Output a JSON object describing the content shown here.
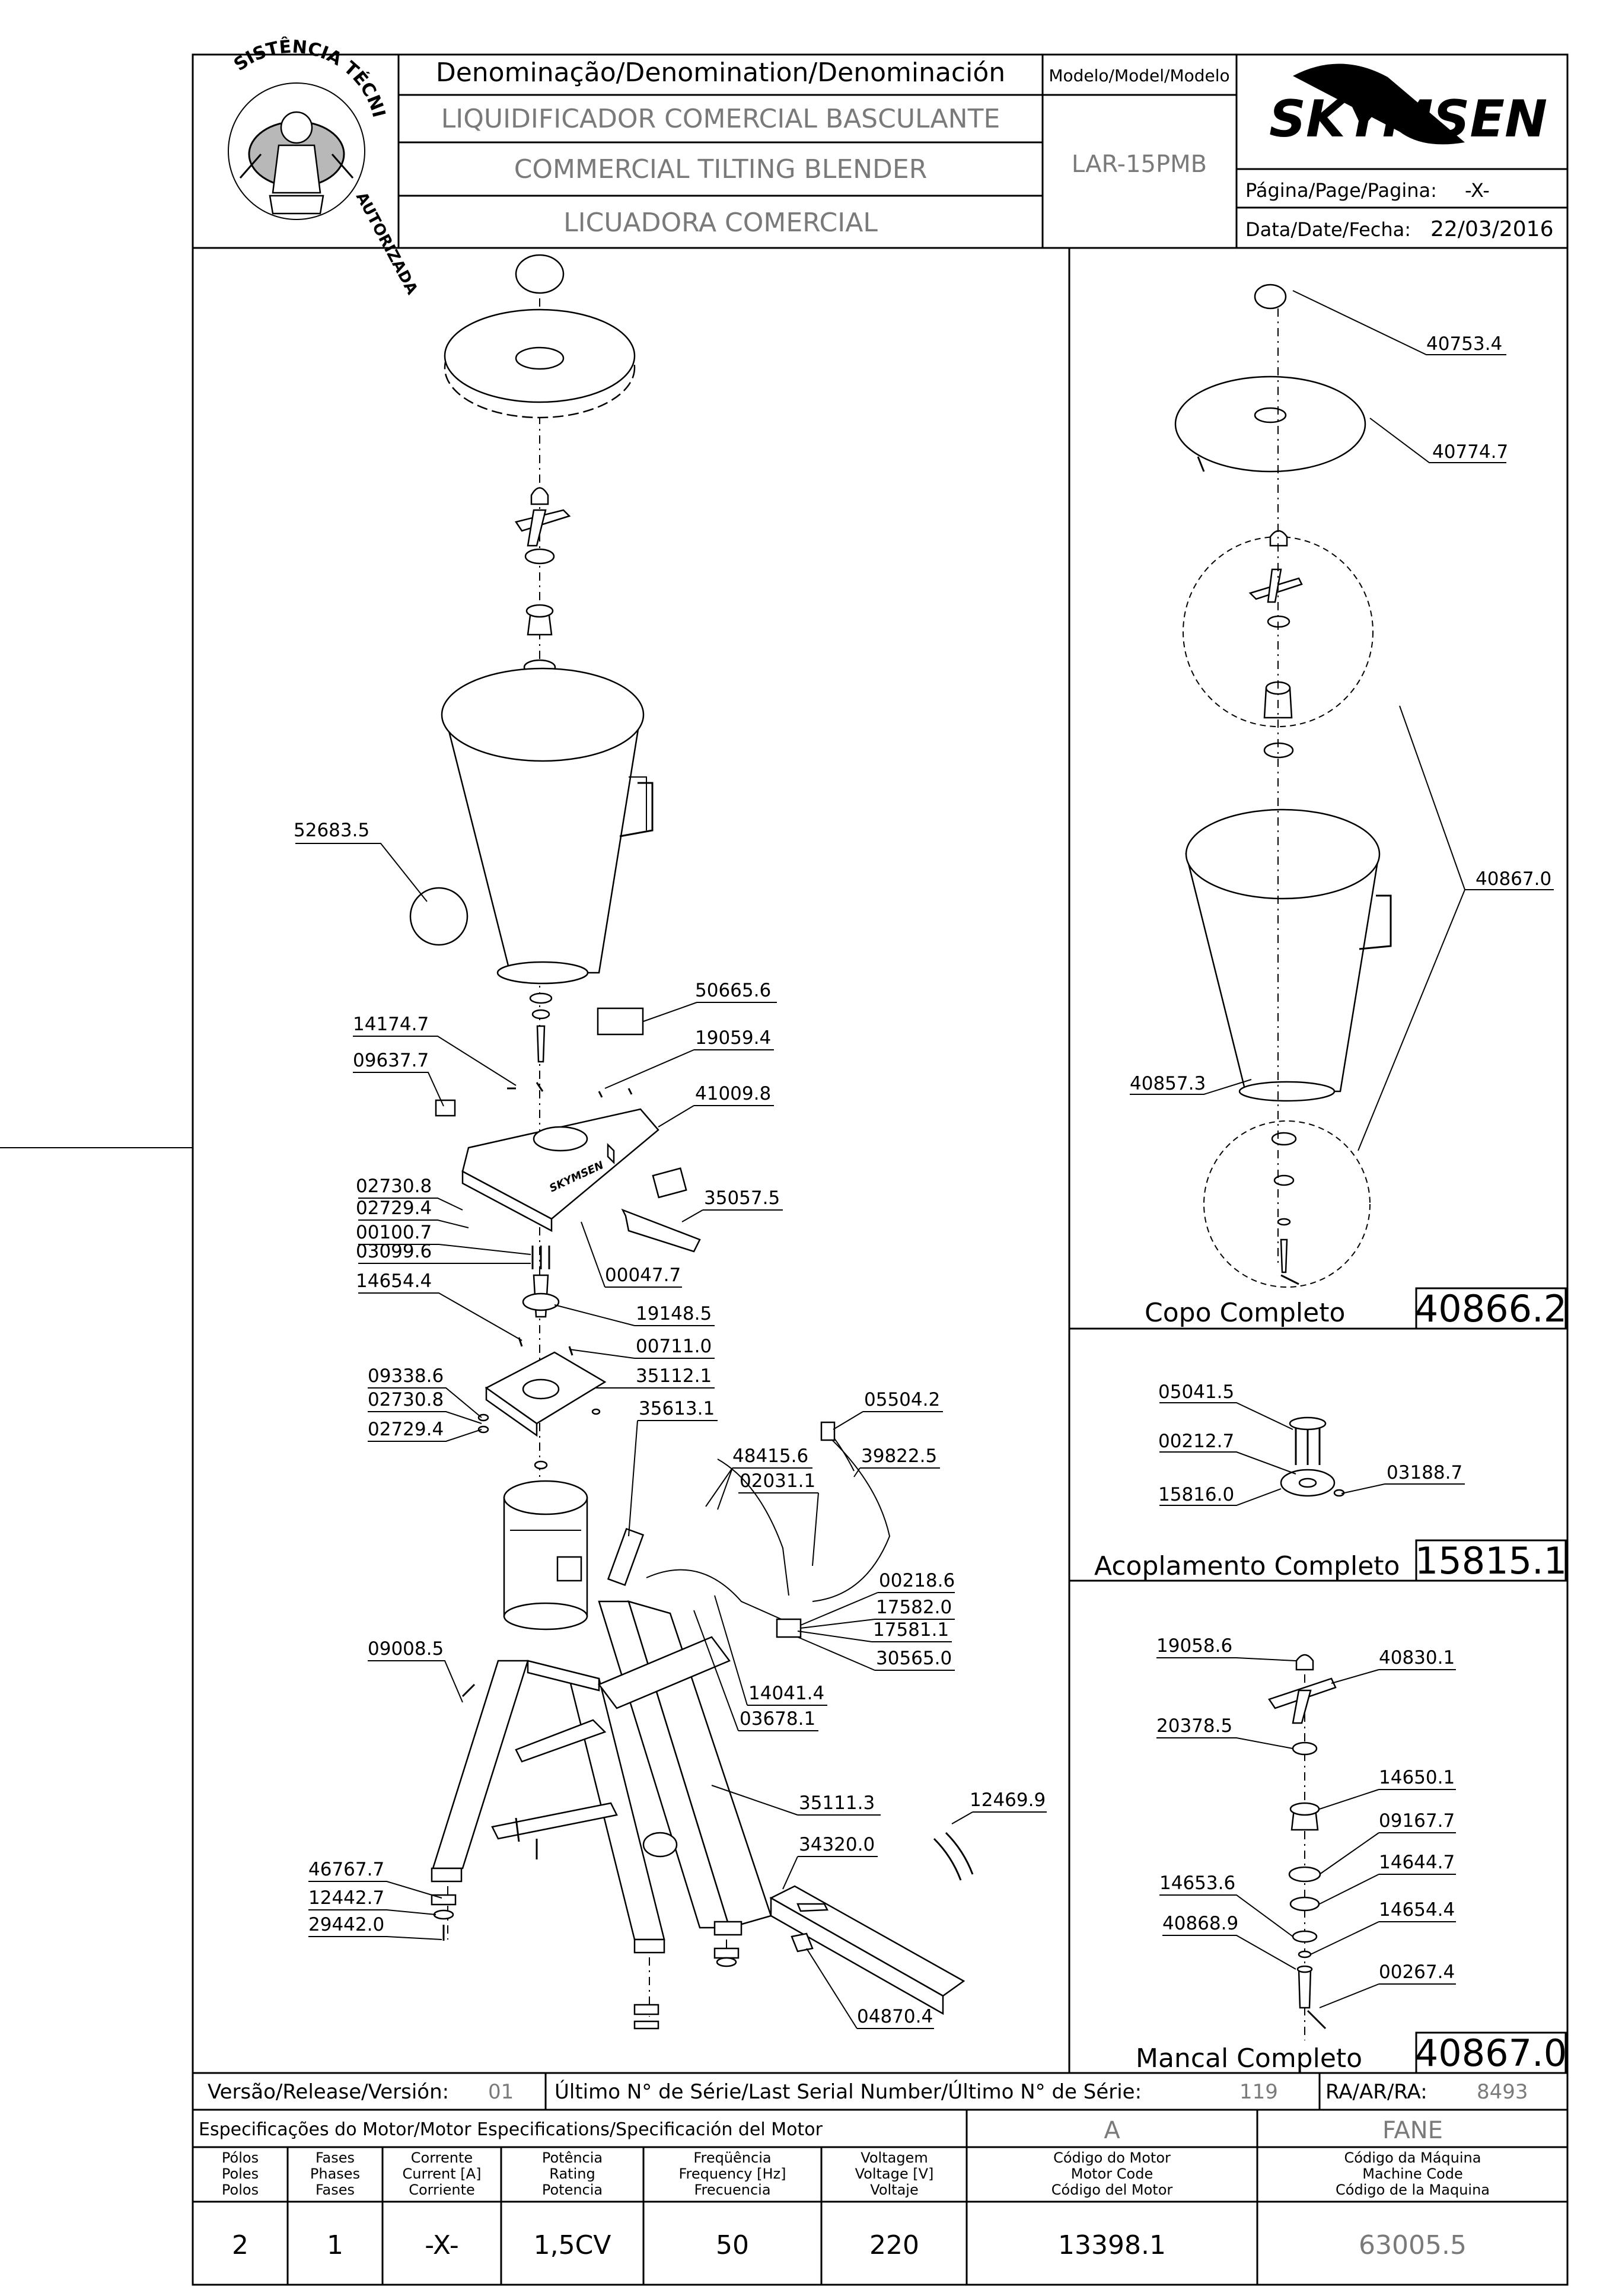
{
  "header": {
    "denomination_label": "Denominação/Denomination/Denominación",
    "name_pt": "LIQUIDIFICADOR COMERCIAL BASCULANTE",
    "name_en": "COMMERCIAL TILTING BLENDER",
    "name_es": "LICUADORA COMERCIAL",
    "model_label": "Modelo/Model/Modelo",
    "model": "LAR-15PMB",
    "brand": "SKYMSEN",
    "page_label": "Página/Page/Pagina:",
    "page": "-X-",
    "date_label": "Data/Date/Fecha:",
    "date": "22/03/2016",
    "logo_text_top": "ASSISTÊNCIA TÉCNICA",
    "logo_text_side": "AUTORIZADA"
  },
  "main_labels": [
    {
      "id": "52683.5"
    },
    {
      "id": "50665.6"
    },
    {
      "id": "14174.7"
    },
    {
      "id": "09637.7"
    },
    {
      "id": "19059.4"
    },
    {
      "id": "41009.8"
    },
    {
      "id": "02730.8"
    },
    {
      "id": "02729.4"
    },
    {
      "id": "35057.5"
    },
    {
      "id": "00100.7"
    },
    {
      "id": "03099.6"
    },
    {
      "id": "00047.7"
    },
    {
      "id": "14654.4"
    },
    {
      "id": "19148.5"
    },
    {
      "id": "00711.0"
    },
    {
      "id": "09338.6"
    },
    {
      "id": "35112.1"
    },
    {
      "id": "02730.8"
    },
    {
      "id": "35613.1"
    },
    {
      "id": "02729.4"
    },
    {
      "id": "05504.2"
    },
    {
      "id": "48415.6"
    },
    {
      "id": "39822.5"
    },
    {
      "id": "02031.1"
    },
    {
      "id": "00218.6"
    },
    {
      "id": "17582.0"
    },
    {
      "id": "17581.1"
    },
    {
      "id": "30565.0"
    },
    {
      "id": "09008.5"
    },
    {
      "id": "14041.4"
    },
    {
      "id": "03678.1"
    },
    {
      "id": "35111.3"
    },
    {
      "id": "12469.9"
    },
    {
      "id": "34320.0"
    },
    {
      "id": "46767.7"
    },
    {
      "id": "12442.7"
    },
    {
      "id": "29442.0"
    },
    {
      "id": "04870.4"
    }
  ],
  "copo": {
    "title": "Copo Completo",
    "code": "40866.2",
    "labels": [
      "40753.4",
      "40774.7",
      "40867.0",
      "40857.3"
    ]
  },
  "acoplamento": {
    "title": "Acoplamento Completo",
    "code": "15815.1",
    "labels": [
      "05041.5",
      "00212.7",
      "03188.7",
      "15816.0"
    ]
  },
  "mancal": {
    "title": "Mancal Completo",
    "code": "40867.0",
    "labels": [
      "19058.6",
      "40830.1",
      "20378.5",
      "14650.1",
      "09167.7",
      "14644.7",
      "14653.6",
      "14654.4",
      "40868.9",
      "00267.4"
    ]
  },
  "version_row": {
    "version_label": "Versão/Release/Versión:",
    "version": "01",
    "serial_label": "Último N° de Série/Last Serial Number/Último N° de Série:",
    "serial": "119",
    "ra_label": "RA/AR/RA:",
    "ra": "8493"
  },
  "motor": {
    "title": "Especificações do Motor/Motor Especifications/Specificación del Motor",
    "letter": "A",
    "maker": "FANE",
    "headers": [
      [
        "Pólos",
        "Poles",
        "Polos"
      ],
      [
        "Fases",
        "Phases",
        "Fases"
      ],
      [
        "Corrente",
        "Current [A]",
        "Corriente"
      ],
      [
        "Potência",
        "Rating",
        "Potencia"
      ],
      [
        "Freqüência",
        "Frequency [Hz]",
        "Frecuencia"
      ],
      [
        "Voltagem",
        "Voltage [V]",
        "Voltaje"
      ],
      [
        "Código do Motor",
        "Motor Code",
        "Código del Motor"
      ],
      [
        "Código da Máquina",
        "Machine Code",
        "Código de la Maquina"
      ]
    ],
    "values": [
      "2",
      "1",
      "-X-",
      "1,5CV",
      "50",
      "220",
      "13398.1",
      "63005.5"
    ]
  }
}
